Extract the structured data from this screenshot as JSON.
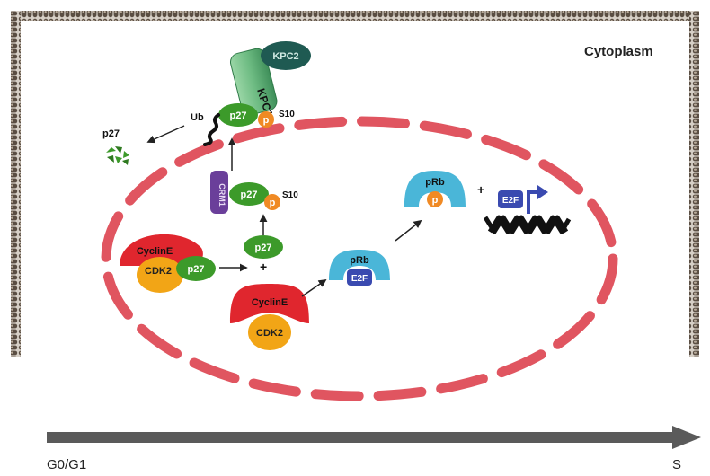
{
  "compartment_label": "Cytoplasm",
  "axis": {
    "start_label": "G0/G1",
    "end_label": "S"
  },
  "proteins": {
    "kpc1": "KPC1",
    "kpc2": "KPC2",
    "p27": "p27",
    "phospho": "p",
    "site": "S10",
    "ubiquitin": "Ub",
    "crm1": "CRM1",
    "cyclin": "CyclinE",
    "cdk": "CDK2",
    "prb": "pRb",
    "e2f": "E2F",
    "plus": "+"
  },
  "colors": {
    "membrane": "#8a7a6a",
    "nucleus_dash": "#e05560",
    "p27": "#3c9a2a",
    "phospho": "#f08a24",
    "kpc1": "#6dbb82",
    "kpc2": "#1f5a52",
    "crm1": "#6a3f9a",
    "cyclin": "#e0262e",
    "cdk": "#f2a516",
    "prb": "#4ab6d8",
    "e2f": "#3a4ab0",
    "arrow": "#555555"
  }
}
